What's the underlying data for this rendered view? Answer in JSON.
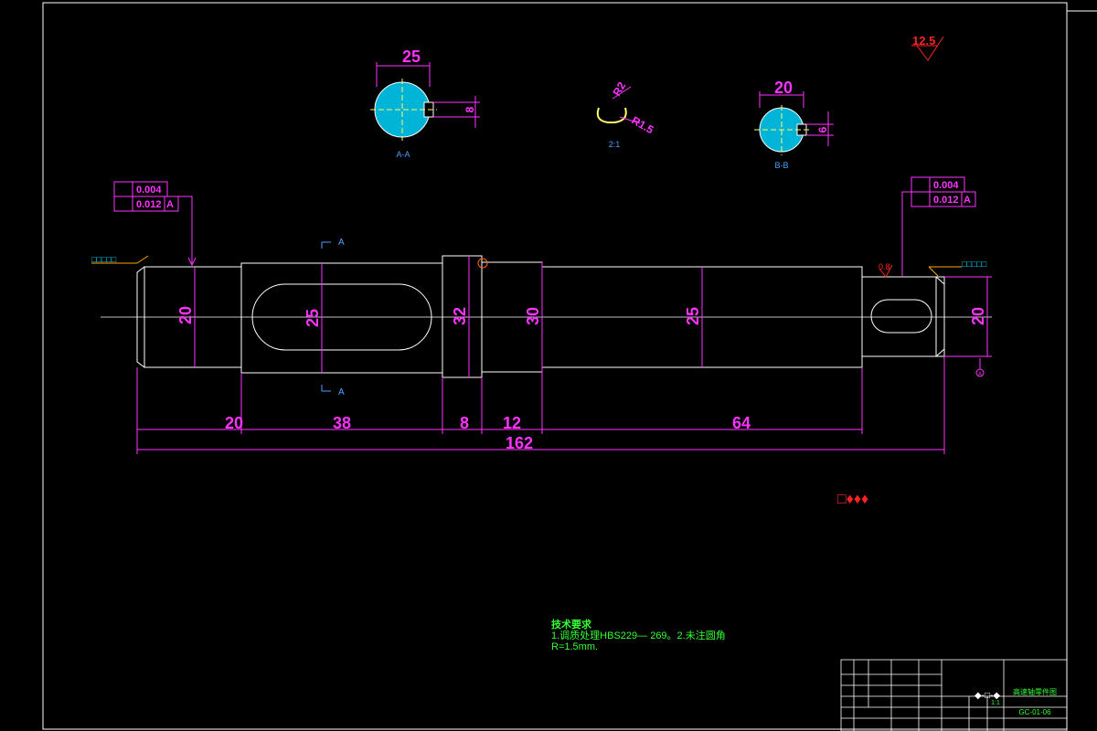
{
  "drawing": {
    "overall_length": "162",
    "segment_lengths": [
      "20",
      "38",
      "8",
      "12",
      "64"
    ],
    "diameters": [
      "20",
      "25",
      "32",
      "30",
      "25",
      "20"
    ],
    "roughness_top": "12.5",
    "roughness_local": "0.8",
    "section_a": {
      "label": "A-A",
      "width": "25",
      "depth": "8"
    },
    "section_b": {
      "label": "B-B",
      "width": "20",
      "depth": "6"
    },
    "detail": {
      "scale": "2:1",
      "r1": "R2",
      "r2": "R1.5"
    },
    "section_marker": "A",
    "tolerance_left": {
      "row1": "0.004",
      "row2": "0.012",
      "datum": "A"
    },
    "tolerance_right": {
      "row1": "0.004",
      "row2": "0.012",
      "datum": "A"
    },
    "datum_label": "A",
    "center_hole_left": "□□□□□",
    "center_hole_right": "□□□□□",
    "stray_symbols": "□♦♦♦",
    "notes": {
      "title": "技术要求",
      "line1": "1.调质处理HBS229— 269。2.未注圆角",
      "line2": "R=1.5mm."
    },
    "title_block": {
      "name": "高速轴零件图",
      "drawing_no": "GC-01-06",
      "scale": "1:1"
    }
  },
  "colors": {
    "background": "#000000",
    "outline": "#ffffff",
    "dimension": "#ff33ff",
    "center_line": "#ffff66",
    "section_fill": "#00b4d8",
    "notes": "#33ff33",
    "roughness": "#ff2222"
  }
}
